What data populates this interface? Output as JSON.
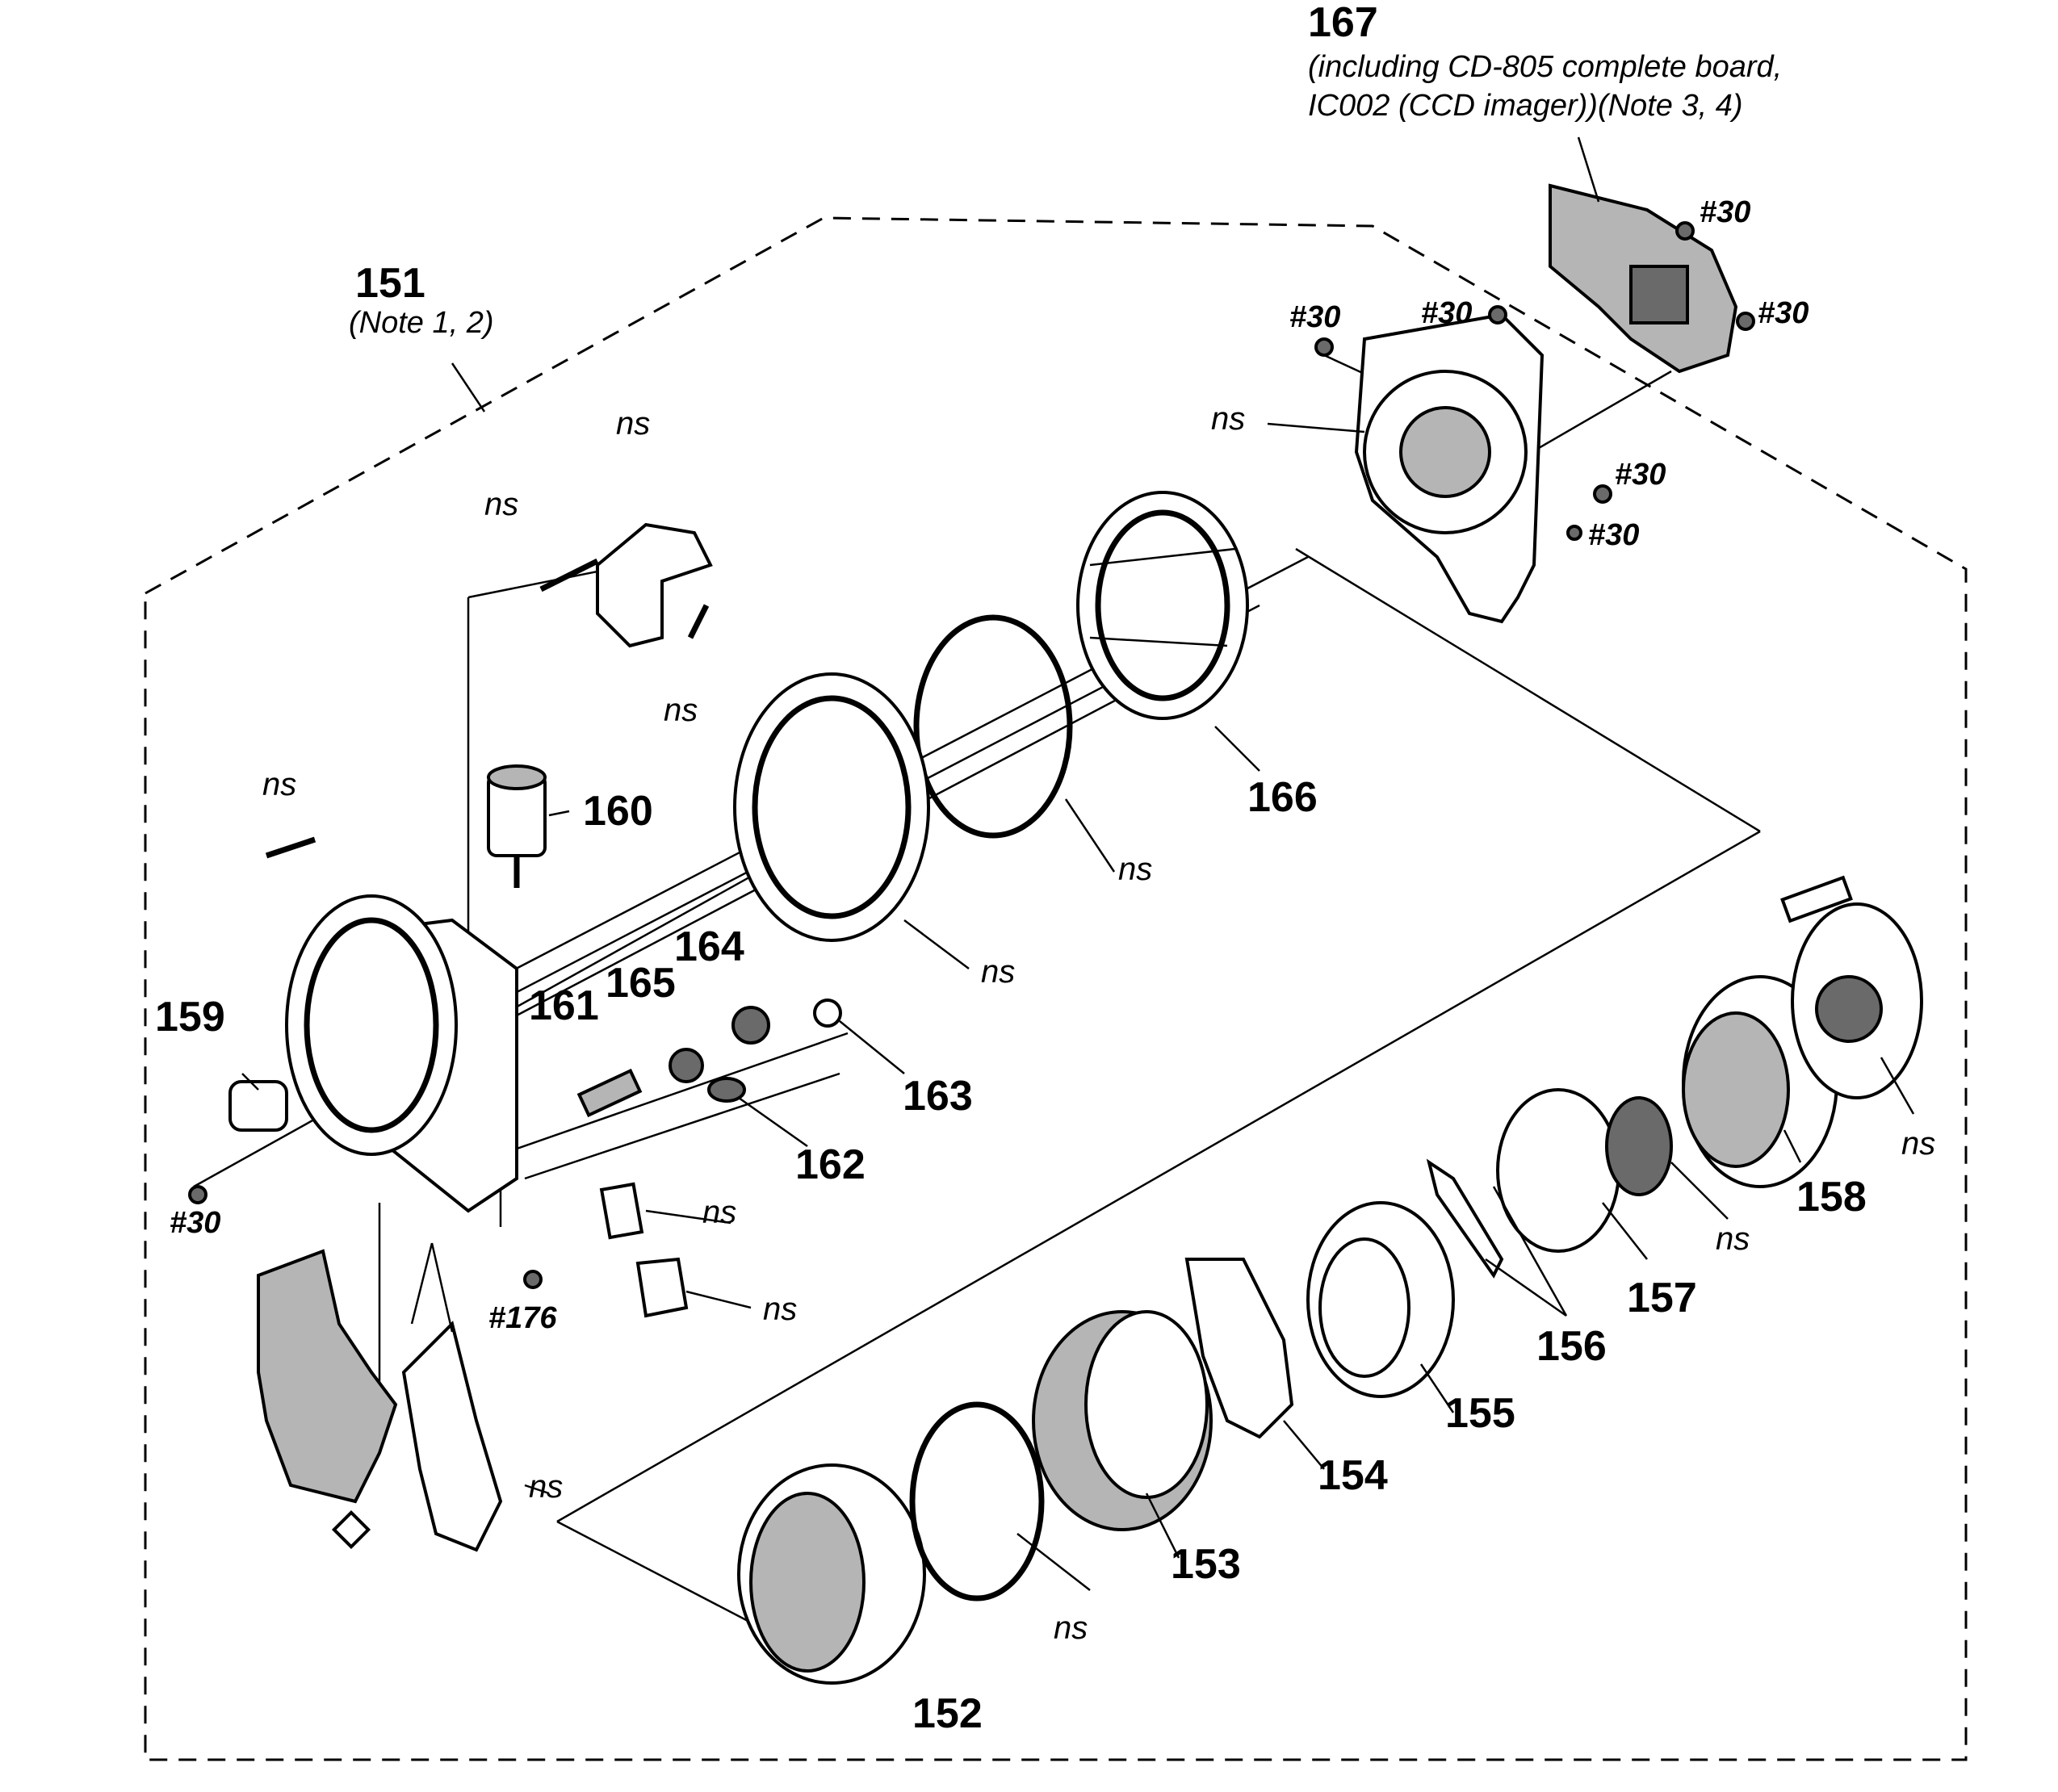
{
  "title_part": {
    "number": "167",
    "note_line1": "(including CD-805 complete board,",
    "note_line2": "IC002 (CCD imager))(Note 3, 4)"
  },
  "assembly": {
    "number": "151",
    "note": "(Note 1, 2)"
  },
  "part_labels": {
    "p152": "152",
    "p153": "153",
    "p154": "154",
    "p155": "155",
    "p156": "156",
    "p157": "157",
    "p158": "158",
    "p159": "159",
    "p160": "160",
    "p161": "161",
    "p162": "162",
    "p163": "163",
    "p164": "164",
    "p165": "165",
    "p166": "166"
  },
  "screw_labels": {
    "s30": "#30",
    "s176": "#176"
  },
  "not_supplied_label": "ns",
  "colors": {
    "line": "#000000",
    "background": "#ffffff",
    "shading_dark": "#6a6a6a",
    "shading_mid": "#b5b5b5"
  }
}
